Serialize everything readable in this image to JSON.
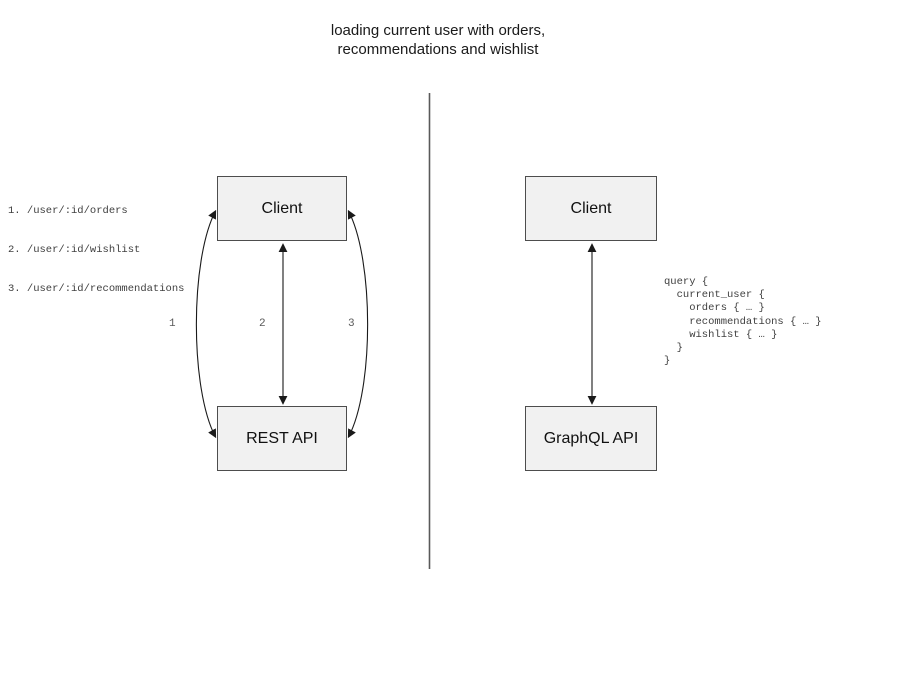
{
  "title": {
    "line1": "loading current user with orders,",
    "line2": "recommendations and wishlist"
  },
  "rest_side": {
    "endpoints": [
      "1. /user/:id/orders",
      "2. /user/:id/wishlist",
      "3. /user/:id/recommendations"
    ],
    "client_box_label": "Client",
    "api_box_label": "REST API",
    "arrow_labels": {
      "left_curve": "1",
      "middle_line": "2",
      "right_curve": "3"
    }
  },
  "graphql_side": {
    "client_box_label": "Client",
    "api_box_label": "GraphQL API",
    "query": "query {\n  current_user {\n    orders { … }\n    recommendations { … }\n    wishlist { … }\n  }\n}"
  },
  "colors": {
    "box_fill": "#f1f1f1",
    "box_border": "#4d4d4d",
    "arrow_stroke": "#1a1a1a",
    "divider_stroke": "#595959",
    "code_text": "#404040",
    "title_text": "#1a1a1a"
  }
}
